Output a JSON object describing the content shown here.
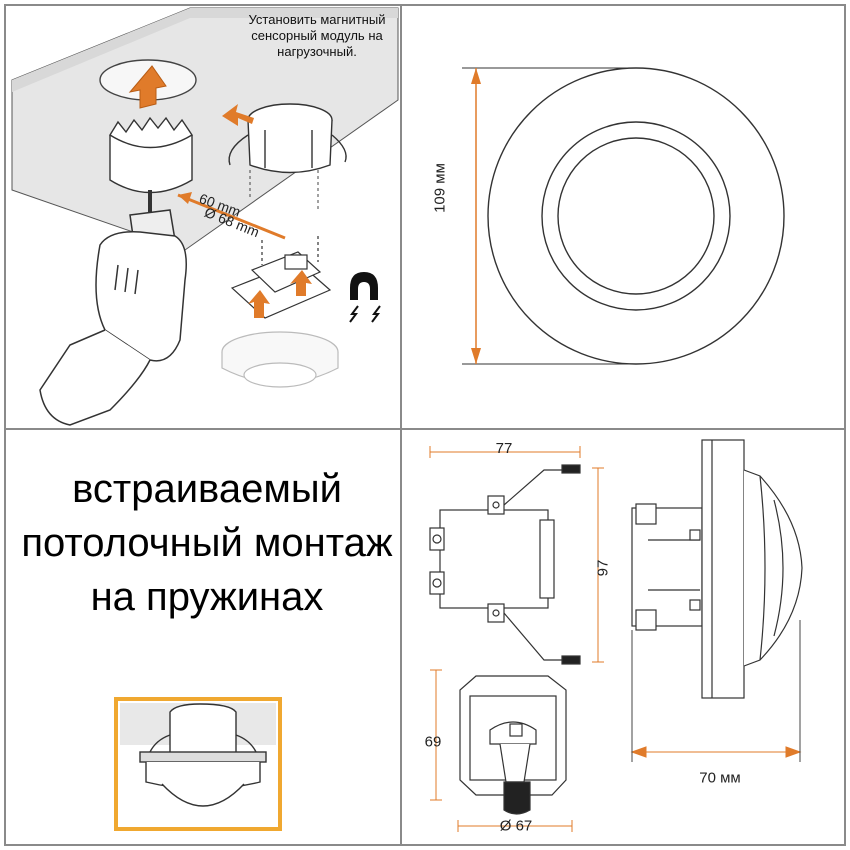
{
  "panels": {
    "install": {
      "note": "Установить магнитный сенсорный модуль на нагрузочный.",
      "depth_label": "60 mm",
      "hole_label": "Ø 68 mm"
    },
    "front_view": {
      "diameter_label": "109 мм"
    },
    "mounting": {
      "title": "встраиваемый потолочный монтаж на пружинах",
      "frame_color": "#f0a830"
    },
    "dimensions": {
      "width_label": "77",
      "height_label": "97",
      "body_height_label": "69",
      "body_diameter_label": "Ø 67",
      "depth_label": "70 мм"
    }
  },
  "colors": {
    "accent_arrow": "#e07b2a",
    "line": "#333333",
    "grid": "#888888"
  }
}
